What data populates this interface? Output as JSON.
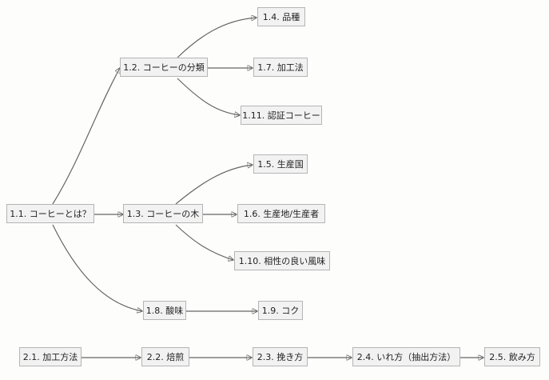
{
  "nodes": {
    "n1_1": "1.1. コーヒーとは？",
    "n1_2": "1.2. コーヒーの分類",
    "n1_3": "1.3. コーヒーの木",
    "n1_4": "1.4. 品種",
    "n1_5": "1.5. 生産国",
    "n1_6": "1.6. 生産地/生産者",
    "n1_7": "1.7. 加工法",
    "n1_8": "1.8. 酸味",
    "n1_9": "1.9. コク",
    "n1_10": "1.10. 相性の良い風味",
    "n1_11": "1.11. 認証コーヒー",
    "n2_1": "2.1. 加工方法",
    "n2_2": "2.2. 焙煎",
    "n2_3": "2.3. 挽き方",
    "n2_4": "2.4. いれ方（抽出方法）",
    "n2_5": "2.5. 飲み方"
  }
}
